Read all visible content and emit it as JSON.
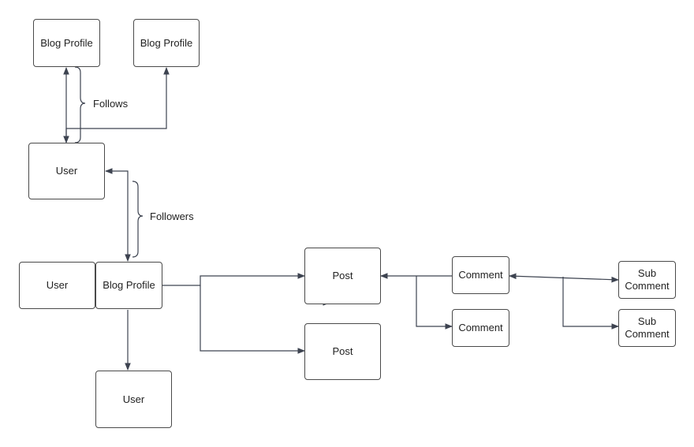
{
  "nodes": {
    "blog_profile_top_left": "Blog Profile",
    "blog_profile_top_right": "Blog Profile",
    "user_top": "User",
    "user_mid_left": "User",
    "blog_profile_mid": "Blog Profile",
    "user_bottom": "User",
    "post_top": "Post",
    "post_bottom": "Post",
    "comment_top": "Comment",
    "comment_bottom": "Comment",
    "sub_comment_top": {
      "line1": "Sub",
      "line2": "Comment"
    },
    "sub_comment_bottom": {
      "line1": "Sub",
      "line2": "Comment"
    }
  },
  "labels": {
    "follows": "Follows",
    "followers": "Followers"
  },
  "colors": {
    "stroke": "#3d4350",
    "box_border": "#4a4a4a",
    "text": "#222222",
    "background": "#ffffff"
  }
}
